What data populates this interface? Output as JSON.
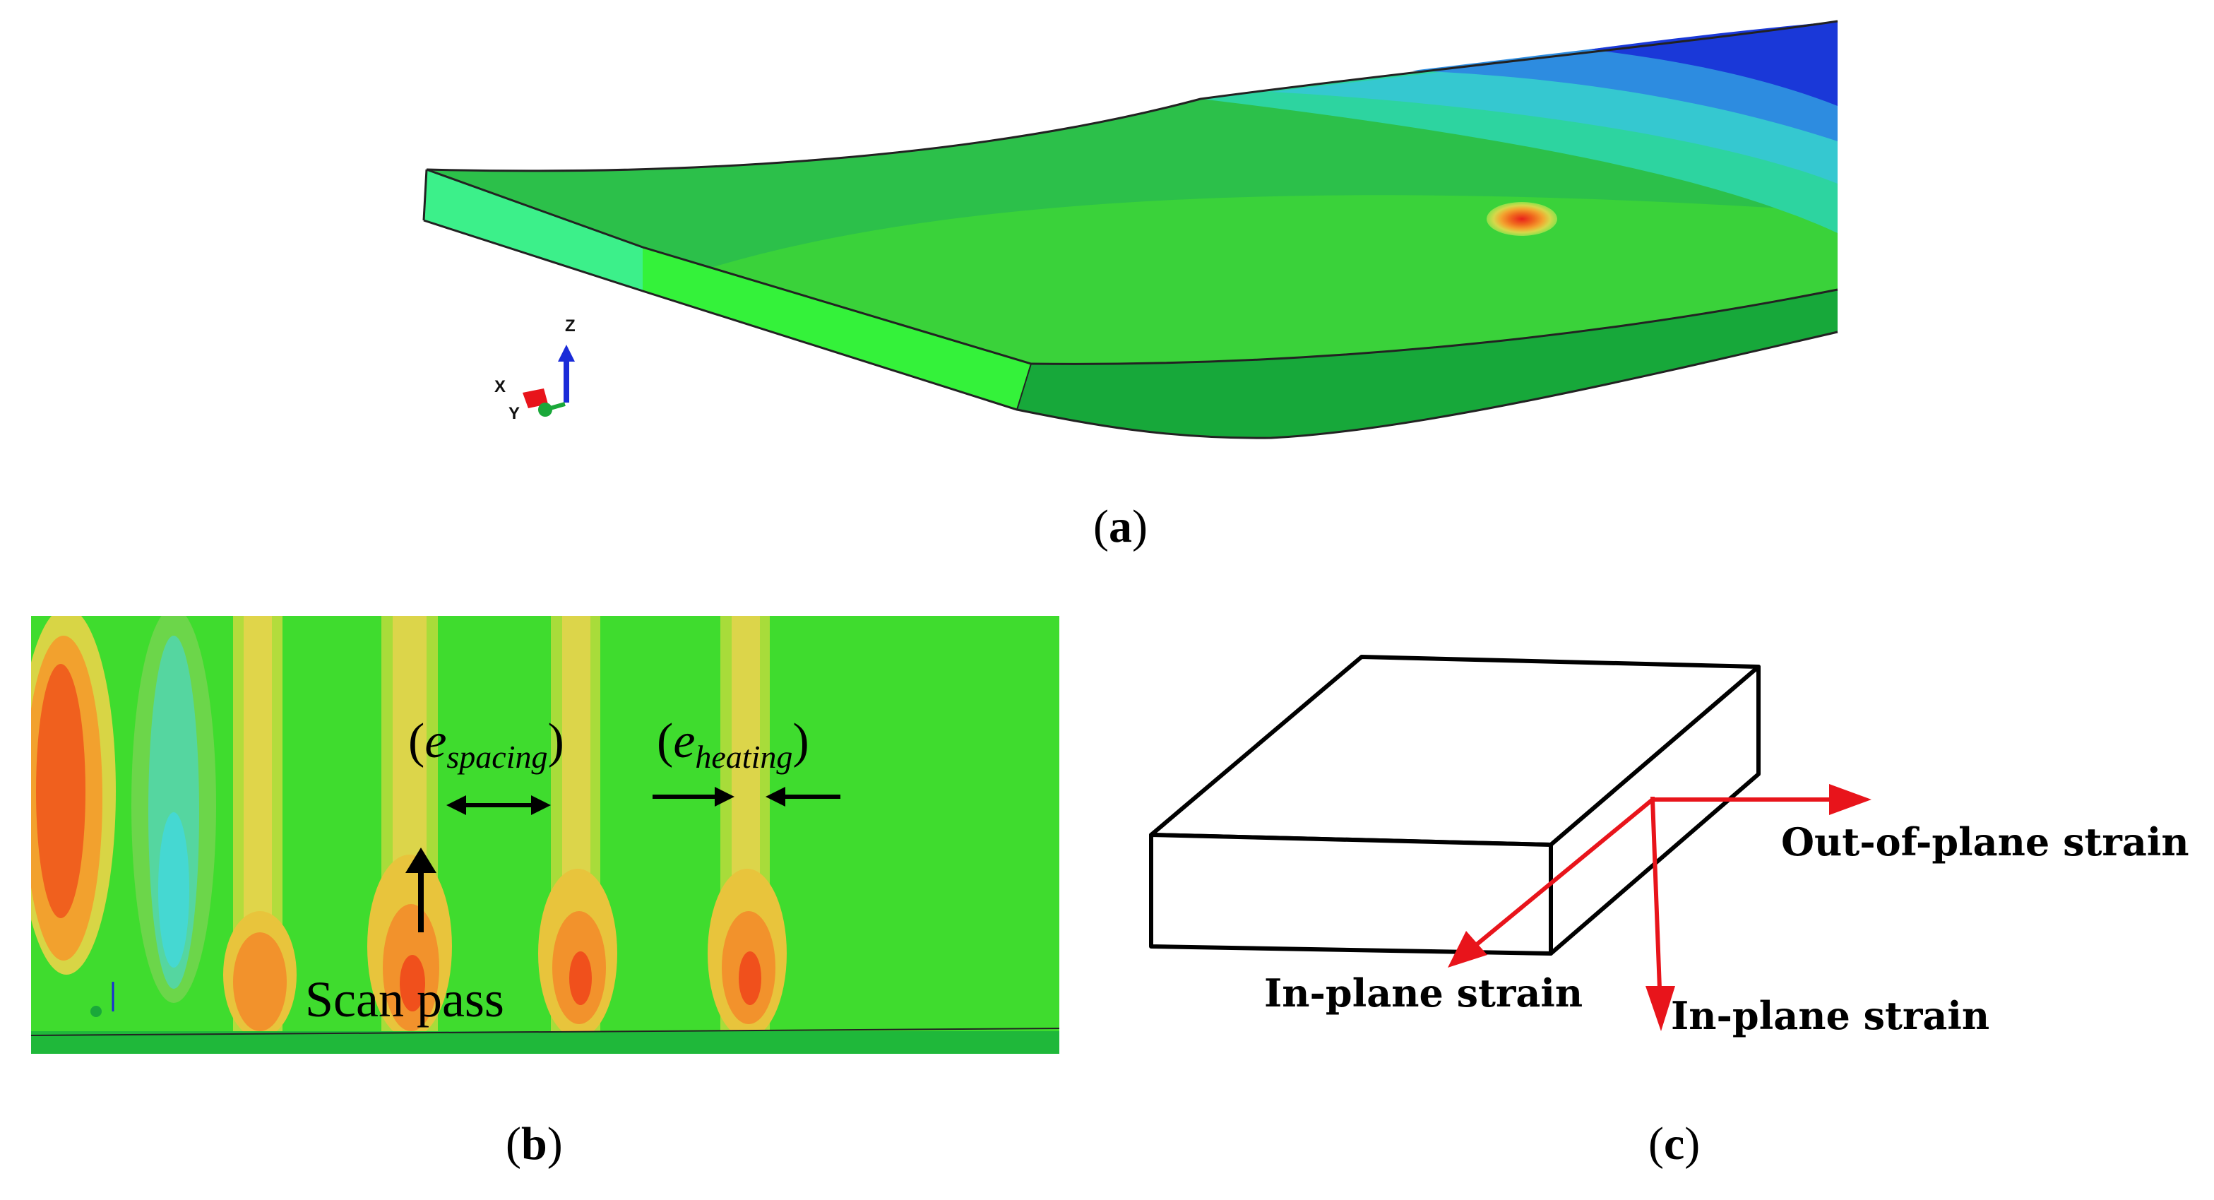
{
  "panel_a": {
    "caption_open": "(",
    "caption_letter": "a",
    "caption_close": ")",
    "triad": {
      "z": "Z",
      "x": "X",
      "y": "Y"
    }
  },
  "panel_b": {
    "caption_open": "(",
    "caption_letter": "b",
    "caption_close": ")",
    "spacing_label": {
      "open": "(",
      "base": "e",
      "sub": "spacing",
      "close": ")"
    },
    "heating_label": {
      "open": "(",
      "base": "e",
      "sub": "heating",
      "close": ")"
    },
    "scan_pass": "Scan pass"
  },
  "panel_c": {
    "caption_open": "(",
    "caption_letter": "c",
    "caption_close": ")",
    "out_of_plane": "Out-of-plane strain",
    "in_plane_left": "In-plane strain",
    "in_plane_down": "In-plane strain",
    "arrow_color": "#e8141b"
  }
}
